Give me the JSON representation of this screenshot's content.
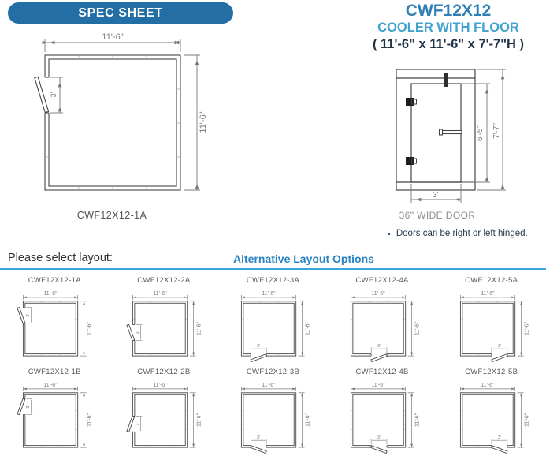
{
  "banner": {
    "label": "SPEC SHEET"
  },
  "header": {
    "model": "CWF12X12",
    "product": "COOLER WITH FLOOR",
    "dimensions": "( 11'-6\" x 11'-6\" x 7'-7\"H )"
  },
  "main_plan": {
    "label": "CWF12X12-1A",
    "width_dim": "11'-6\"",
    "height_dim": "11'-6\"",
    "door_dim": "3'"
  },
  "elevation": {
    "inner_height_dim": "6'-5\"",
    "outer_height_dim": "7'-7\"",
    "door_width_dim": "3'",
    "door_label": "36\" WIDE DOOR",
    "bullet": "•",
    "note": "Doors can be right or left hinged."
  },
  "layout_section": {
    "prompt": "Please select layout:",
    "title": "Alternative Layout Options",
    "width_dim": "11'-6\"",
    "height_dim": "11'-6\"",
    "door_dim": "3'",
    "options": [
      {
        "label": "CWF12X12-1A",
        "variant": "left-upper-a"
      },
      {
        "label": "CWF12X12-2A",
        "variant": "left-lower-a"
      },
      {
        "label": "CWF12X12-3A",
        "variant": "bottom-left-a"
      },
      {
        "label": "CWF12X12-4A",
        "variant": "bottom-center-a"
      },
      {
        "label": "CWF12X12-5A",
        "variant": "bottom-right-a"
      },
      {
        "label": "CWF12X12-1B",
        "variant": "left-upper-b"
      },
      {
        "label": "CWF12X12-2B",
        "variant": "left-lower-b"
      },
      {
        "label": "CWF12X12-3B",
        "variant": "bottom-left-b"
      },
      {
        "label": "CWF12X12-4B",
        "variant": "bottom-center-b"
      },
      {
        "label": "CWF12X12-5B",
        "variant": "bottom-right-b"
      }
    ]
  },
  "colors": {
    "banner_bg": "#236fa5",
    "model_blue": "#2e7fb5",
    "product_blue": "#41a3ce",
    "size_navy": "#1f3348",
    "section_title_blue": "#2883c2",
    "divider_blue": "#3aa5d9",
    "drawing_line": "#454545",
    "dimension_gray": "#787878"
  }
}
